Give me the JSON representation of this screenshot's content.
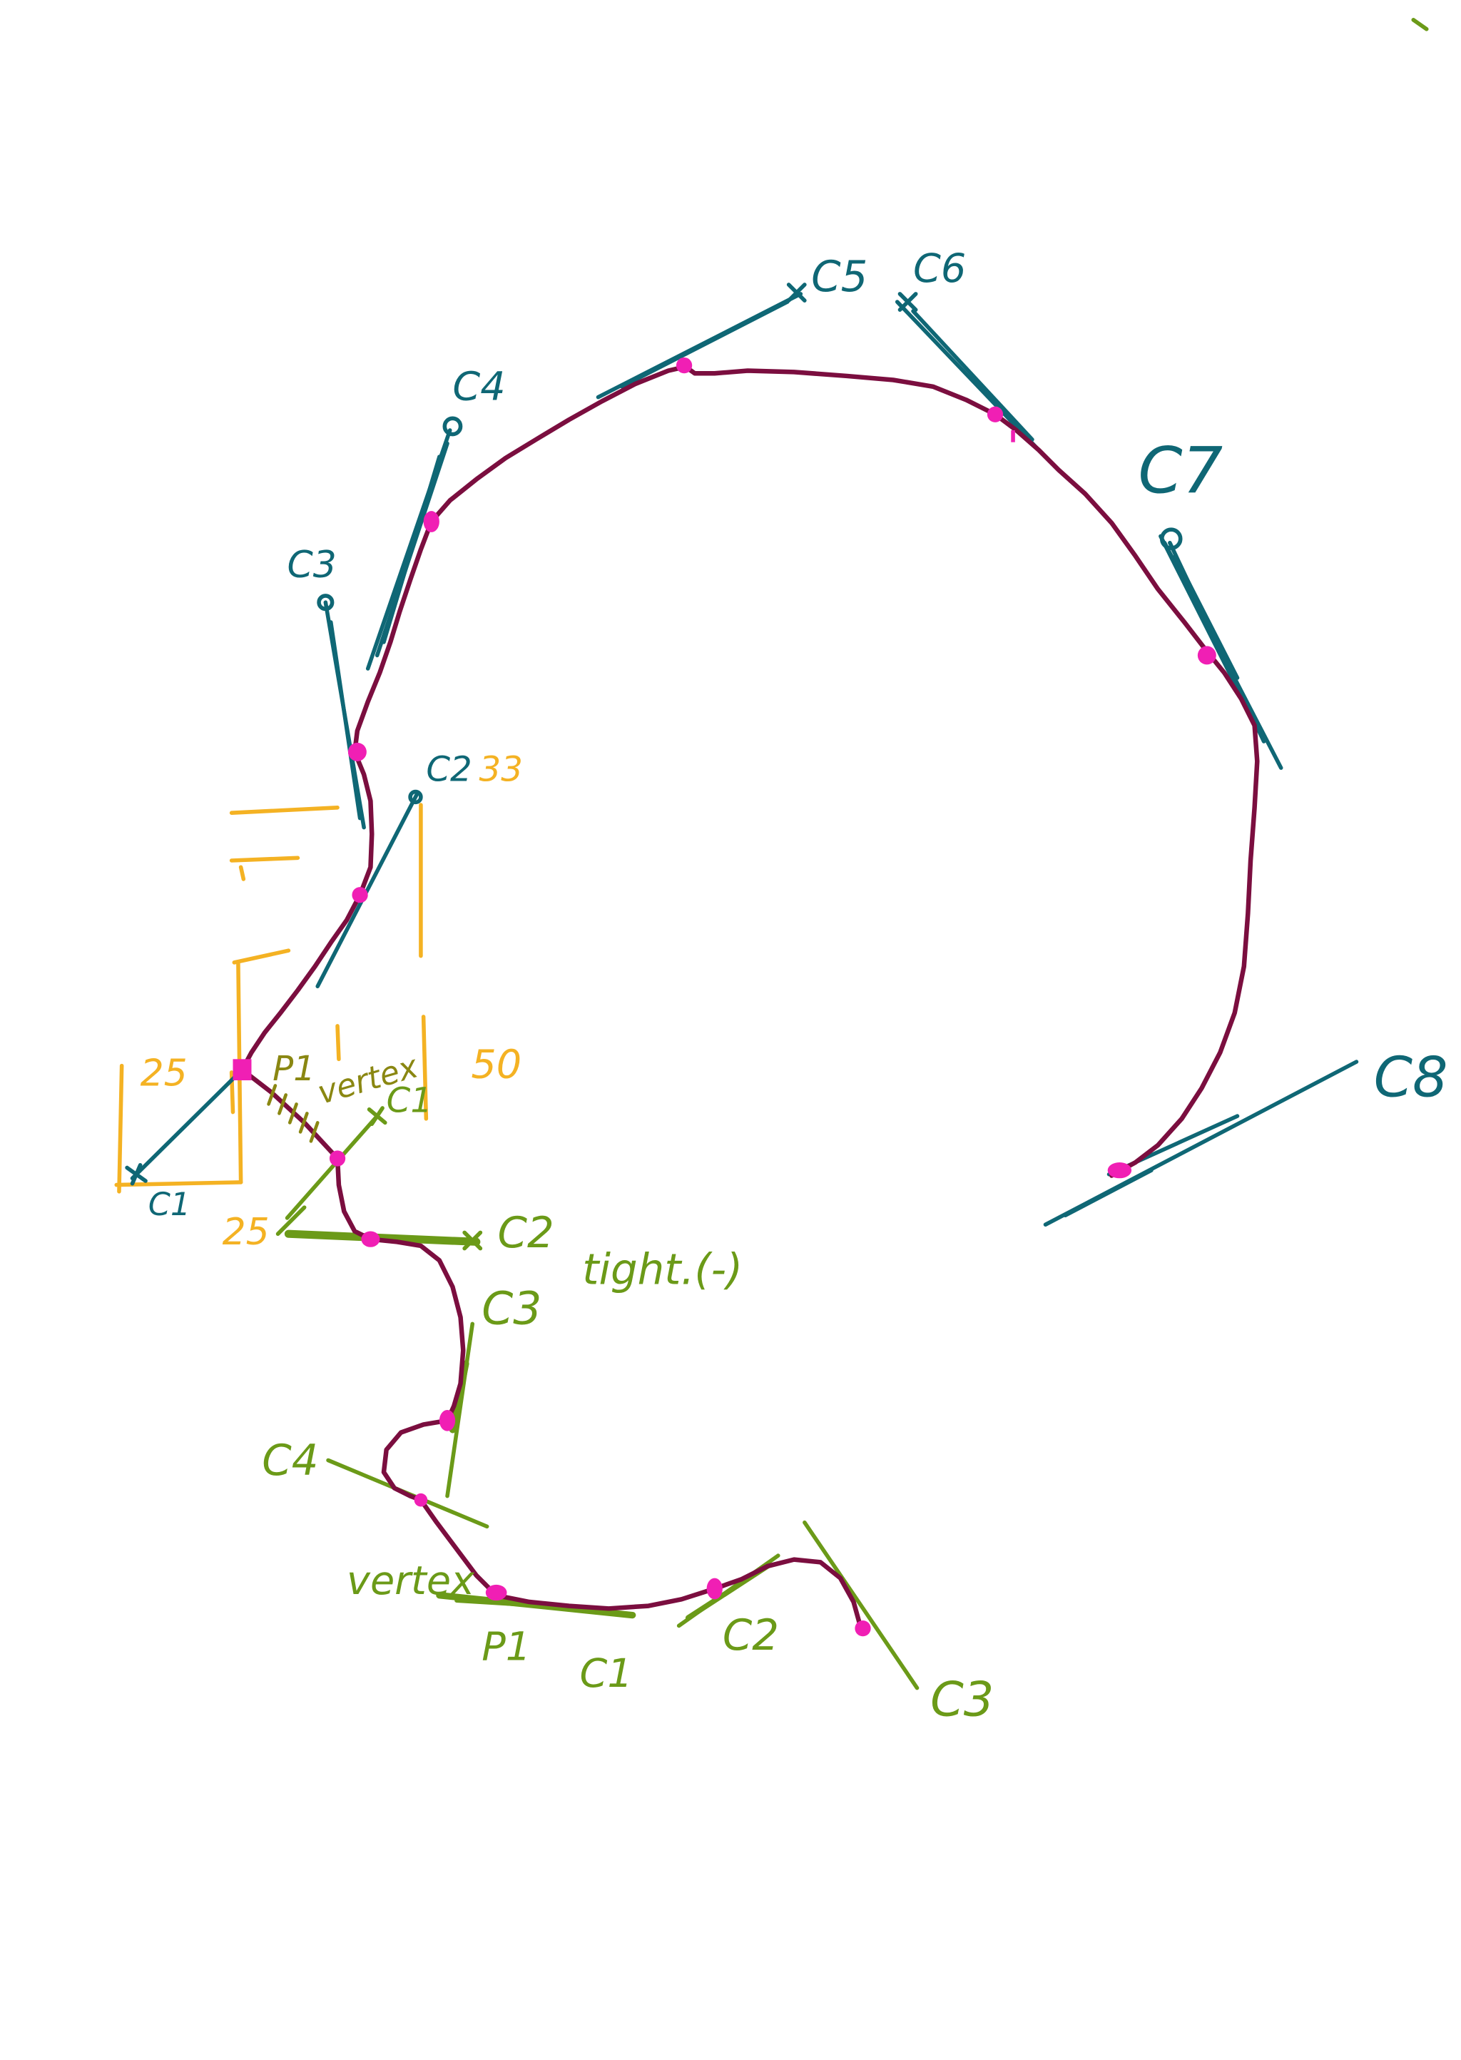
{
  "canvas": {
    "background": "#ffffff"
  },
  "colors": {
    "curve": "#7b0e3f",
    "anchor_point": "#f01fb4",
    "handle_teal": "#0f6775",
    "guide_yellow": "#f4b223",
    "handle_green": "#6b9a18",
    "label_olive": "#8a8712"
  },
  "circle_handles": {
    "c1": "C1",
    "c2": "C2",
    "c3": "C3",
    "c4": "C4",
    "c5": "C5",
    "c6": "C6",
    "c7": "C7",
    "c8": "C8"
  },
  "spacing_marks": {
    "c2_ratio": "33",
    "left_upper": "25",
    "right": "50",
    "left_lower": "25"
  },
  "neck_labels": {
    "p1": "P1",
    "vertex": "vertex",
    "c1": "C1",
    "c2": "C2",
    "tight": "tight.(-)",
    "c3": "C3",
    "c4": "C4"
  },
  "tail_labels": {
    "vertex": "vertex",
    "p1": "P1",
    "c1": "C1",
    "c2": "C2",
    "c3": "C3"
  }
}
